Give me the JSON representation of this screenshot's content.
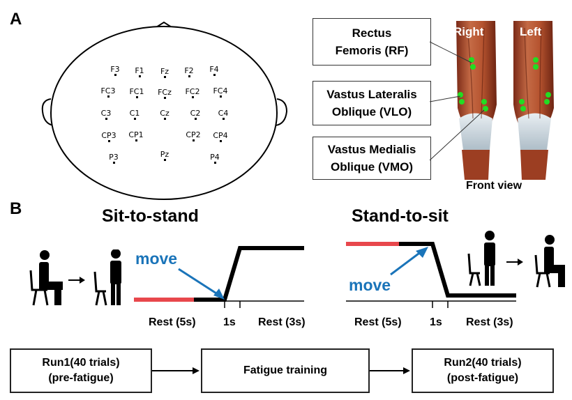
{
  "panel_a": {
    "label": "A",
    "electrodes": [
      {
        "id": "F3"
      },
      {
        "id": "F1"
      },
      {
        "id": "Fz"
      },
      {
        "id": "F2"
      },
      {
        "id": "F4"
      },
      {
        "id": "FC3"
      },
      {
        "id": "FC1"
      },
      {
        "id": "FCz"
      },
      {
        "id": "FC2"
      },
      {
        "id": "FC4"
      },
      {
        "id": "C3"
      },
      {
        "id": "C1"
      },
      {
        "id": "Cz"
      },
      {
        "id": "C2"
      },
      {
        "id": "C4"
      },
      {
        "id": "CP3"
      },
      {
        "id": "CP1"
      },
      {
        "id": "CP2"
      },
      {
        "id": "CP4"
      },
      {
        "id": "P3"
      },
      {
        "id": "Pz"
      },
      {
        "id": "P4"
      }
    ],
    "muscles": [
      {
        "line1": "Rectus",
        "line2": "Femoris (RF)"
      },
      {
        "line1": "Vastus Lateralis",
        "line2": "Oblique (VLO)"
      },
      {
        "line1": "Vastus Medialis",
        "line2": "Oblique (VMO)"
      }
    ],
    "legs": {
      "right": "Right",
      "left": "Left",
      "view": "Front view"
    },
    "colors": {
      "electrode_dot": "#22dd22",
      "muscle": "#b5532f"
    }
  },
  "panel_b": {
    "label": "B",
    "sit_to_stand": {
      "title": "Sit-to-stand",
      "move": "move",
      "rest1": "Rest (5s)",
      "mid": "1s",
      "rest2": "Rest (3s)"
    },
    "stand_to_sit": {
      "title": "Stand-to-sit",
      "move": "move",
      "rest1": "Rest (5s)",
      "mid": "1s",
      "rest2": "Rest (3s)"
    },
    "colors": {
      "rest_segment": "#e8474c",
      "trace": "#000000",
      "move_arrow": "#1a74b9"
    }
  },
  "flow": {
    "run1": {
      "line1": "Run1(40 trials)",
      "line2": "(pre-fatigue)"
    },
    "training": {
      "line1": "Fatigue training"
    },
    "run2": {
      "line1": "Run2(40 trials)",
      "line2": "(post-fatigue)"
    }
  }
}
